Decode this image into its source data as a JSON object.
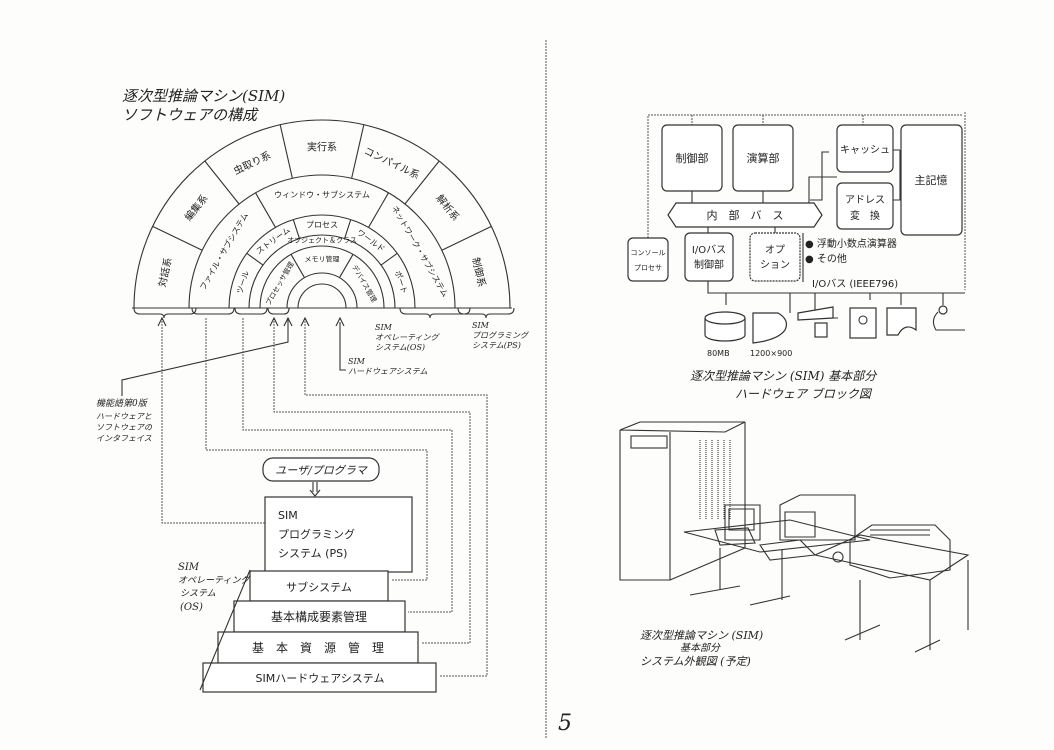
{
  "left": {
    "title_line1": "逐次型推論マシン(SIM)",
    "title_line2": "ソフトウェアの構成",
    "outer_ring": [
      "対話系",
      "編集系",
      "虫取り系",
      "実行系",
      "コンパイル系",
      "解析系",
      "制御系"
    ],
    "subsystem_ring": [
      "ファイル・サブシステム",
      "ウィンドウ・サブシステム",
      "ネットワーク・サブシステム"
    ],
    "tool_ring": [
      "ツール",
      "ストリーム",
      "プロセス",
      "ワールド",
      "ポート"
    ],
    "object_band": "オブジェクト＆クラス",
    "resource_ring": [
      "プロセッサ管理",
      "メモリ管理",
      "デバイス管理"
    ],
    "os_label": [
      "SIM",
      "オペレーティング",
      "システム(OS)"
    ],
    "ps_label": [
      "SIM",
      "プログラミング",
      "システム(PS)"
    ],
    "hw_label": [
      "SIM",
      "ハードウェアシステム"
    ],
    "interface_note": [
      "機能語第0版",
      "ハードウェアと",
      "ソフトウェアの",
      "インタフェイス"
    ],
    "user_box": "ユーザ/プログラマ",
    "ps_box": [
      "SIM",
      "プログラミング",
      "システム (PS)"
    ],
    "os_side_label": [
      "SIM",
      "オペレーティング",
      "システム",
      "(OS)"
    ],
    "stack": [
      "サブシステム",
      "基本構成要素管理",
      "基　本　資　源　管　理",
      "SIMハードウェアシステム"
    ]
  },
  "right": {
    "blocks": {
      "control": "制御部",
      "alu": "演算部",
      "cache": "キャッシュ",
      "addr": [
        "アドレス",
        "変　換"
      ],
      "memory": "主記憶",
      "bus": "内　部　バ　ス",
      "console": [
        "コンソール",
        "プロセサ"
      ],
      "ioctl": [
        "I/Oバス",
        "制御部"
      ],
      "option": [
        "オプ",
        "ション"
      ],
      "opt_items": [
        "● 浮動小数点演算器",
        "● その他"
      ],
      "iobus": "I/Oバス (IEEE796)",
      "disk": "80MB",
      "display": "1200×900"
    },
    "block_caption": [
      "逐次型推論マシン (SIM) 基本部分",
      "ハードウェア ブロック図"
    ],
    "photo_caption": [
      "逐次型推論マシン (SIM)",
      "基本部分",
      "システム外観図 (予定)"
    ]
  },
  "page_number": "5"
}
